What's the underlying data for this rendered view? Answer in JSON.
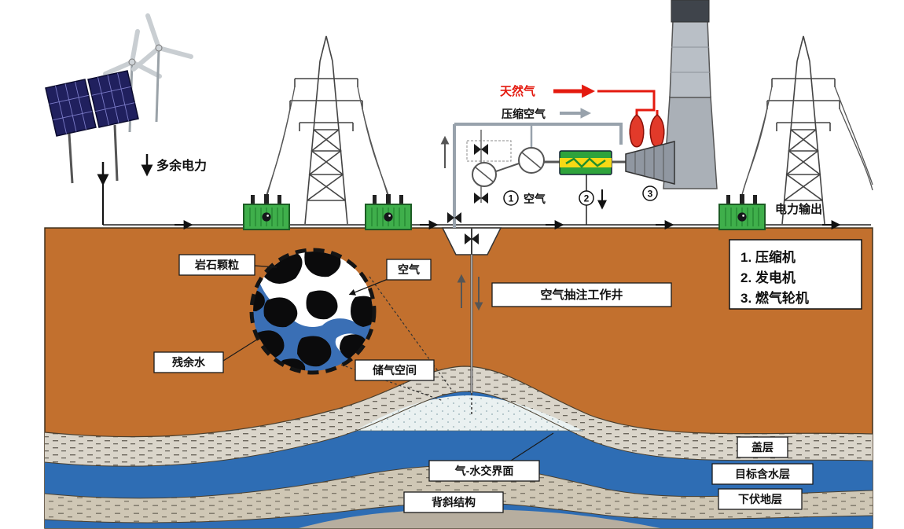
{
  "diagram": {
    "above_ground": {
      "surplus_power": "多余电力",
      "natural_gas": "天然气",
      "compressed_air": "压缩空气",
      "air_intake": "空气",
      "power_output": "电力输出",
      "marker_compressor": "1",
      "marker_generator": "2",
      "marker_turbine": "3"
    },
    "legend": {
      "items": [
        "1. 压缩机",
        "2. 发电机",
        "3. 燃气轮机"
      ]
    },
    "underground": {
      "injection_well": "空气抽注工作井",
      "gas_storage_space": "储气空间",
      "gas_water_interface": "气-水交界面",
      "anticline_structure": "背斜结构",
      "caprock": "盖层",
      "target_aquifer": "目标含水层",
      "underlying_strata": "下伏地层"
    },
    "inset": {
      "rock_particles": "岩石颗粒",
      "air": "空气",
      "residual_water": "残余水"
    },
    "colors": {
      "earth": "#C2702E",
      "caprock_gray": "#DAD5CA",
      "aquifer_blue": "#2E6DB4",
      "underlying_gray": "#CFC7B5",
      "bottom_gray": "#B7AE9F",
      "air_lens": "#EAF1F1",
      "natural_gas_red": "#E41A0F",
      "transformer_green": "#3FAF4B",
      "generator_green": "#2FA33C",
      "generator_yellow": "#F7D915",
      "solar_panel_navy": "#20205E",
      "inset_water_blue": "#3A6FB5"
    }
  }
}
